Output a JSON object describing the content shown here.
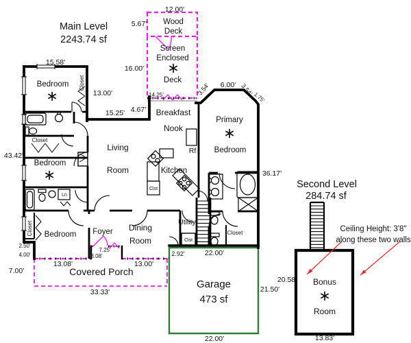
{
  "titles": {
    "main_level": "Main Level",
    "main_level_area": "2243.74 sf",
    "second_level": "Second Level",
    "second_level_area": "284.74 sf"
  },
  "rooms": {
    "bedroom1": "Bedroom",
    "bedroom2": "Bedroom",
    "bedroom3": "Bedroom",
    "bedroom1_closet": "Closet",
    "hall_closet": "Closet",
    "bedroom3_closet": "Closet",
    "walkin_closet": "Closet",
    "linen": "Ln",
    "living1": "Living",
    "living2": "Room",
    "kitchen": "Kitchen",
    "kitchen_closet": "Clst",
    "stair_closet": "Clst",
    "breakfast1": "Breakfast",
    "breakfast2": "Nook",
    "fridge": "Rf",
    "primary1": "Primary",
    "primary2": "Bedroom",
    "foyer": "Foyer",
    "dining1": "Dining",
    "dining2": "Room",
    "utility": "Utility",
    "bonus1": "Bonus",
    "bonus2": "Room",
    "wood_deck1": "Wood",
    "wood_deck2": "Deck",
    "screen1": "Screen",
    "screen2": "Enclosed",
    "screen3": "Deck",
    "covered_porch": "Covered Porch",
    "garage": "Garage",
    "garage_area": "473 sf",
    "fan_symbol": "∗"
  },
  "dims": {
    "bedroom1_width": "15.58'",
    "bedroom1_side": "13.00'",
    "living_top": "15.25'",
    "nook_offset": "4.67'",
    "nook_window": "14.25'",
    "bay_left": "3.54'",
    "bay_front": "6.00'",
    "bay_right": "3.54'",
    "bay_return": "1.75'",
    "west_side": "43.42'",
    "east_side": "36.17'",
    "rear_jog_a": "2.50'",
    "rear_jog_b": "4.00'",
    "porch_span_left": "13.08'",
    "foyer_front": "7.25'",
    "foyer_step": "3.08'",
    "porch_span_right": "13.00'",
    "garage_offset": "2.92'",
    "garage_top": "22.00'",
    "garage_side": "21.50'",
    "garage_bottom": "22.00'",
    "porch_depth": "7.00'",
    "porch_width": "33.33'",
    "wood_deck_width": "12.00'",
    "wood_deck_depth": "5.67'",
    "screen_deck_depth": "16.00'",
    "bonus_side": "20.58'",
    "bonus_bottom": "13.83'"
  },
  "notes": {
    "ceiling_line1": "Ceiling Height: 3'8\"",
    "ceiling_line2": "along these two walls"
  },
  "colors": {
    "magenta": "#E81CE0",
    "green": "#2E7D32",
    "red": "#E03131",
    "wall": "#000000"
  }
}
